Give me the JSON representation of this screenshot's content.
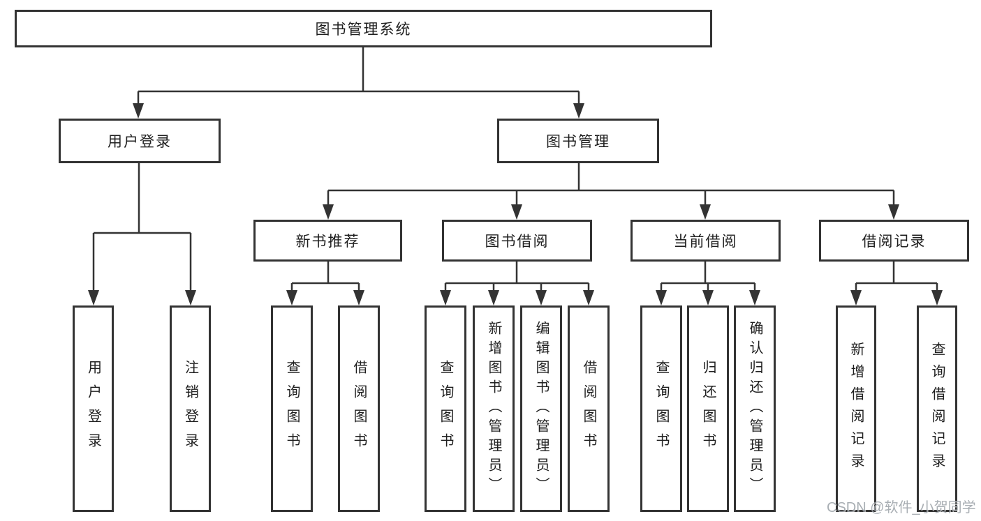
{
  "diagram": {
    "root": {
      "label": "图书管理系统"
    },
    "level2": [
      {
        "label": "用户登录"
      },
      {
        "label": "图书管理"
      }
    ],
    "level3": [
      {
        "label": "新书推荐"
      },
      {
        "label": "图书借阅"
      },
      {
        "label": "当前借阅"
      },
      {
        "label": "借阅记录"
      }
    ],
    "leaves": {
      "user_login": [
        "用户登录",
        "注销登录"
      ],
      "new_book_recommend": [
        "查询图书",
        "借阅图书"
      ],
      "book_borrow": [
        "查询图书",
        "新增图书（管理员）",
        "编辑图书（管理员）",
        "借阅图书"
      ],
      "current_borrow": [
        "查询图书",
        "归还图书",
        "确认归还（管理员）"
      ],
      "borrow_record": [
        "新增借阅记录",
        "查询借阅记录"
      ]
    },
    "watermark": "CSDN @软件_小贺同学",
    "colors": {
      "line": "#333333",
      "box_border": "#333333",
      "text": "#1f1f1f",
      "watermark": "#9aa0a6",
      "background": "#ffffff"
    }
  }
}
